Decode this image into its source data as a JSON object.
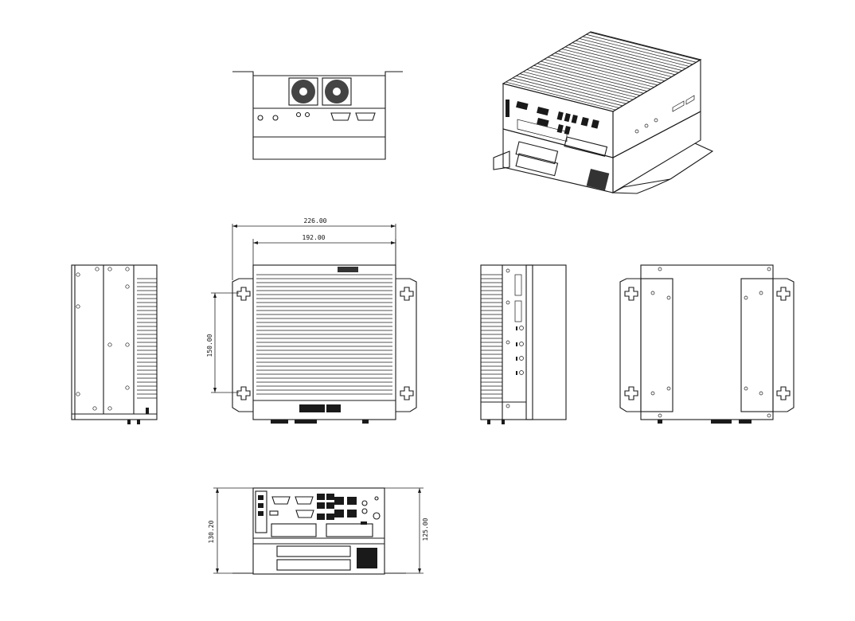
{
  "dimensions": {
    "overall_width": "226.00",
    "inner_width": "192.00",
    "mount_spacing": "150.00",
    "rear_height": "130.20",
    "body_height": "125.00"
  }
}
